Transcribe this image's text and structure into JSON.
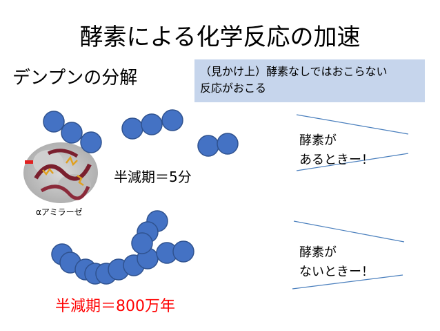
{
  "slide": {
    "title": "酵素による化学反応の加速",
    "subtitle": "デンプンの分解",
    "note": {
      "line1": "（見かけ上）酵素なしではおこらない",
      "line2": "反応がおこる"
    },
    "enzyme_caption": "αアミラーゼ",
    "halflife_with_enzyme": "半減期＝5分",
    "halflife_without_enzyme": "半減期＝800万年",
    "callout_with": {
      "line1": "酵素が",
      "line2": "あるときー！"
    },
    "callout_without": {
      "line1": "酵素が",
      "line2": "ないときー！"
    }
  },
  "colors": {
    "molecule_fill": "#4472c4",
    "molecule_stroke": "#2f528f",
    "note_background": "#c6d5ec",
    "highlight_red": "#ff0000",
    "line_color": "#4a7fbd"
  }
}
